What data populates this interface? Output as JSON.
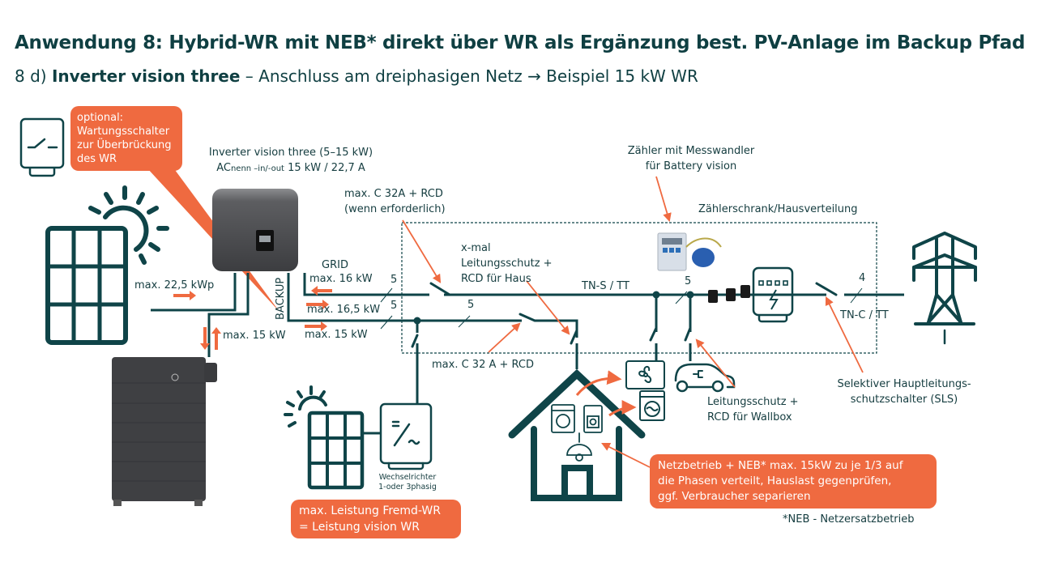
{
  "header": {
    "title": "Anwendung 8: Hybrid-WR mit NEB* direkt über WR als Ergänzung best. PV-Anlage im Backup Pfad",
    "subtitle_prefix": "8 d)",
    "subtitle_bold": "Inverter vision three",
    "subtitle_rest": "– Anschluss am dreiphasigen Netz → Beispiel 15 kW WR"
  },
  "callouts": {
    "maintenance_switch": [
      "optional:",
      "Wartungsschalter",
      "zur Überbrückung",
      "des WR"
    ],
    "third_party_inverter": [
      "max. Leistung Fremd-WR",
      "= Leistung vision WR"
    ],
    "grid_operation": [
      "Netzbetrieb + NEB* max. 15kW zu je 1/3 auf",
      "die Phasen verteilt, Hauslast gegenprüfen,",
      "ggf. Verbraucher separieren"
    ]
  },
  "labels": {
    "inverter_name": "Inverter vision three (5–15 kW)",
    "inverter_ac_prefix": "AC",
    "inverter_ac_sub": "nenn –in/-out",
    "inverter_ac_value": "15 kW / 22,7 A",
    "breaker_top": [
      "max. C 32A + RCD",
      "(wenn erforderlich)"
    ],
    "meter_title": [
      "Zähler mit Messwandler",
      "für Battery vision"
    ],
    "cabinet": "Zählerschrank/Hausverteilung",
    "house_protection": [
      "x-mal",
      "Leitungsschutz +",
      "RCD für Haus"
    ],
    "tn_s": "TN-S / TT",
    "tn_c": "TN-C / TT",
    "grid": "GRID",
    "backup": "BACKUP",
    "grid_in": "max. 16 kW",
    "grid_out": "max. 16,5 kW",
    "backup_out": "max. 15 kW",
    "pv_power": "max. 22,5 kWp",
    "battery_power": "max. 15 kW",
    "breaker_bottom": "max. C 32 A + RCD",
    "wallbox_protection": [
      "Leitungsschutz +",
      "RCD für Wallbox"
    ],
    "sls": [
      "Selektiver Hauptleitungs-",
      "schutzschalter (SLS)"
    ],
    "third_inverter": [
      "Wechselrichter",
      "1-oder 3phasig"
    ],
    "footnote": "*NEB - Netzersatzbetrieb",
    "wire_count_5a": "5",
    "wire_count_5b": "5",
    "wire_count_5c": "5",
    "wire_count_5d": "5",
    "wire_count_4": "4"
  },
  "colors": {
    "primary": "#0f4448",
    "accent": "#ef6a40",
    "device_gray": "#4a4b4d"
  }
}
